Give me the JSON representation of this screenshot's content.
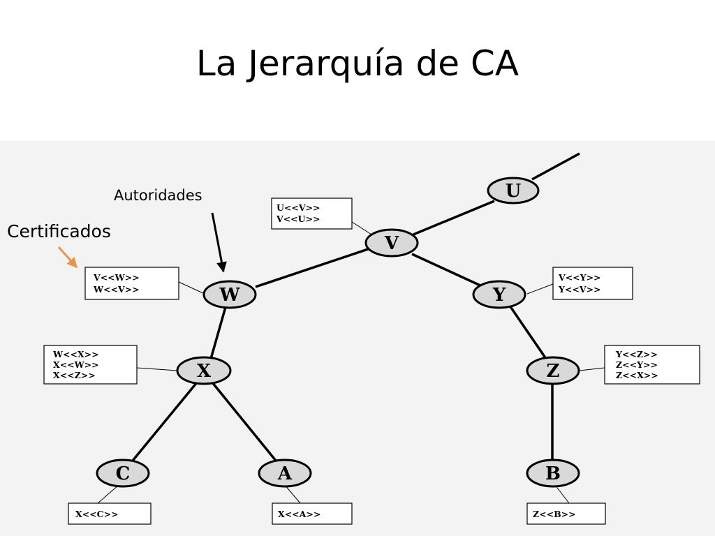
{
  "title": "La Jerarquía de CA",
  "annotations": {
    "autoridades": "Autoridades",
    "certificados": "Certificados"
  },
  "nodes": {
    "U": "U",
    "V": "V",
    "W": "W",
    "Y": "Y",
    "X": "X",
    "Z": "Z",
    "C": "C",
    "A": "A",
    "B": "B"
  },
  "certificates": {
    "V": [
      "U<<V>>",
      "V<<U>>"
    ],
    "W": [
      "V<<W>>",
      "W<<V>>"
    ],
    "Y": [
      "V<<Y>>",
      "Y<<V>>"
    ],
    "X": [
      "W<<X>>",
      "X<<W>>",
      "X<<Z>>"
    ],
    "Z": [
      "Y<<Z>>",
      "Z<<Y>>",
      "Z<<X>>"
    ],
    "C": [
      "X<<C>>"
    ],
    "A": [
      "X<<A>>"
    ],
    "B": [
      "Z<<B>>"
    ]
  },
  "colors": {
    "node_fill": "#d9d9d9",
    "panel_bg": "#f3f3f3",
    "certificados_arrow": "#e8954a"
  }
}
